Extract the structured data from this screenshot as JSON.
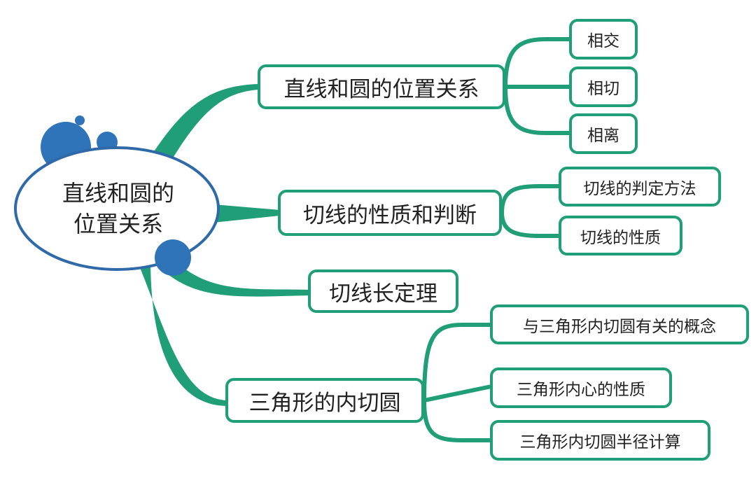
{
  "colors": {
    "branch": "#1f9e78",
    "bubble": "#2f74b8",
    "ellipse_border": "#2f69a8"
  },
  "center": {
    "line1": "直线和圆的",
    "line2": "位置关系"
  },
  "branches": [
    {
      "label": "直线和圆的位置关系",
      "children": [
        "相交",
        "相切",
        "相离"
      ]
    },
    {
      "label": "切线的性质和判断",
      "children": [
        "切线的判定方法",
        "切线的性质"
      ]
    },
    {
      "label": "切线长定理",
      "children": []
    },
    {
      "label": "三角形的内切圆",
      "children": [
        "与三角形内切圆有关的概念",
        "三角形内心的性质",
        "三角形内切圆半径计算"
      ]
    }
  ]
}
